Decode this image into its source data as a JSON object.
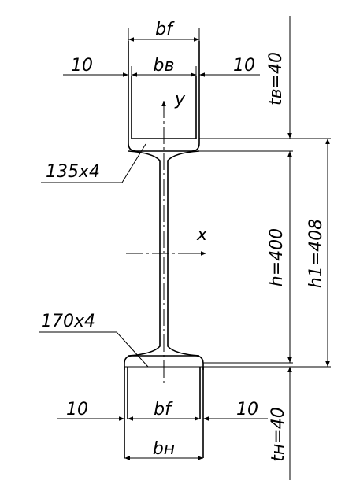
{
  "labels": {
    "top_bf": "bf",
    "top_left_offset": "10",
    "top_bv": "bв",
    "top_right_offset": "10",
    "top_thickness": "tв=40",
    "axis_y": "y",
    "axis_x": "x",
    "top_plate": "135x4",
    "h": "h=400",
    "h1": "h1=408",
    "bottom_plate": "170x4",
    "bottom_left_offset": "10",
    "bottom_bf": "bf",
    "bottom_right_offset": "10",
    "bottom_thickness": "tн=40",
    "bottom_bn": "bн"
  }
}
